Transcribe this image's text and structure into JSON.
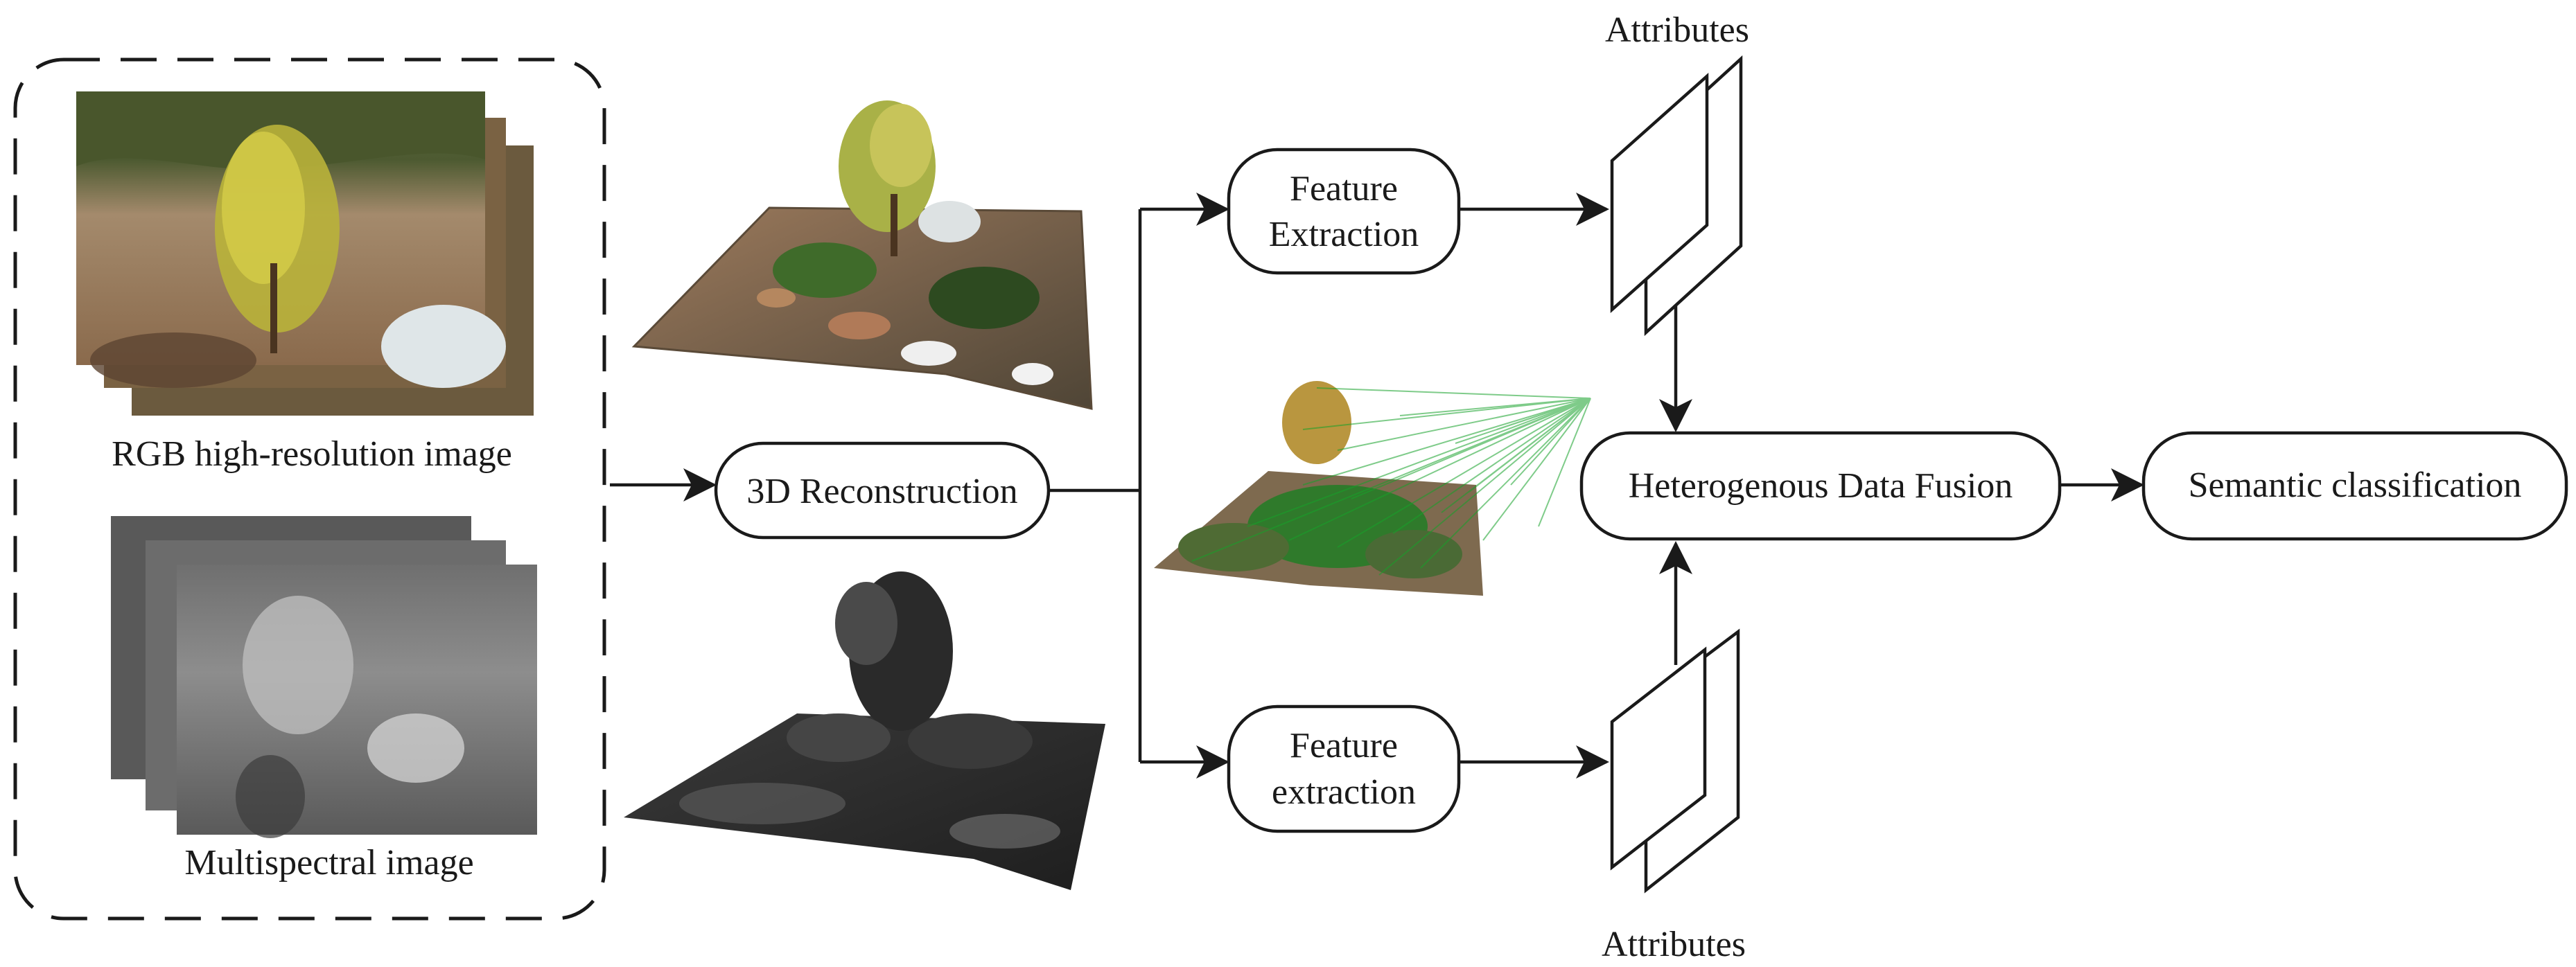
{
  "diagram": {
    "inputs": {
      "rgb_label": "RGB high-resolution image",
      "multispectral_label": "Multispectral image"
    },
    "nodes": {
      "reconstruction": "3D Reconstruction",
      "feature_extraction_top": [
        "Feature",
        "Extraction"
      ],
      "feature_extraction_bottom": [
        "Feature",
        "extraction"
      ],
      "fusion": "Heterogenous Data Fusion",
      "classification": "Semantic classification"
    },
    "attributes_top": "Attributes",
    "attributes_bottom": "Attributes"
  }
}
